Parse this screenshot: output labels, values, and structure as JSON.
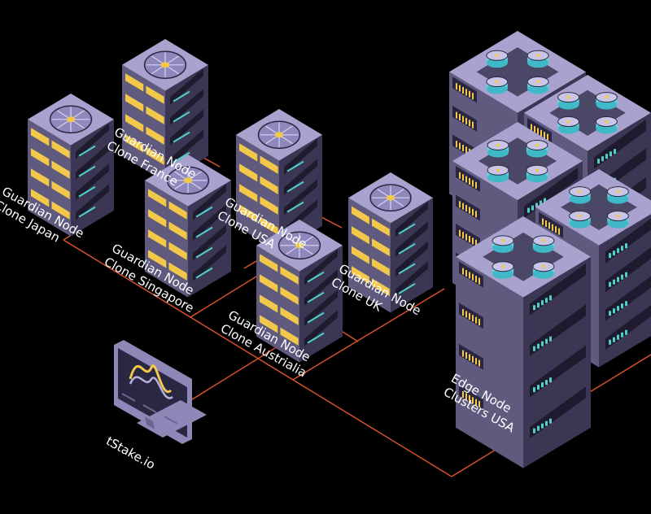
{
  "colors": {
    "background": "#000000",
    "connector": "#e0552d",
    "server_top": "#a9a2cf",
    "server_left": "#5f5a7e",
    "server_right": "#3a3654",
    "fan": "#8f88bd",
    "led_yellow": "#f2c84a",
    "led_teal": "#4fd0c8",
    "cyan_fan": "#5fd7e4",
    "label": "#ffffff"
  },
  "nodes": {
    "japan": {
      "line1": "Guardian Node",
      "line2": "Clone Japan"
    },
    "france": {
      "line1": "Guardian Node",
      "line2": "Clone France"
    },
    "singapore": {
      "line1": "Guardian Node",
      "line2": "Clone Singapore"
    },
    "usa": {
      "line1": "Guardian Node",
      "line2": "Clone USA"
    },
    "australia": {
      "line1": "Guardian Node",
      "line2": "Clone Austrialia"
    },
    "uk": {
      "line1": "Guardian Node",
      "line2": "Clone UK"
    },
    "edge": {
      "line1": "Edge Node",
      "line2": "Clusters USA"
    }
  },
  "client": {
    "label": "tStake.io"
  },
  "icons": {
    "guardian_server": "server-fan-icon",
    "edge_cluster": "server-rack-icon",
    "client": "monitor-icon"
  }
}
